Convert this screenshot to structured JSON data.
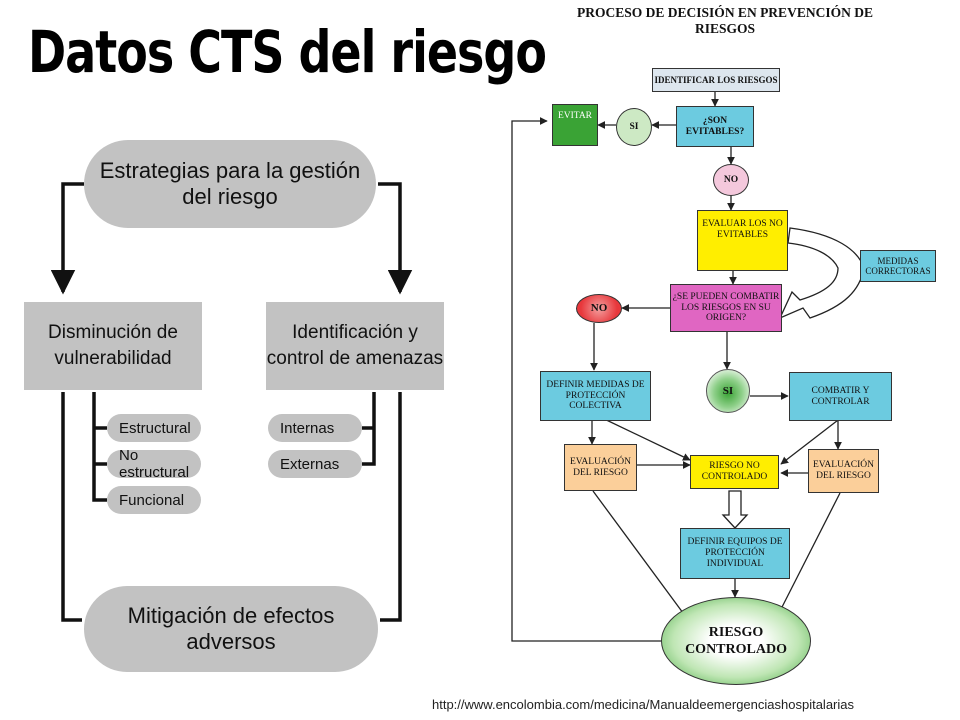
{
  "page": {
    "title": "Datos CTS del riesgo",
    "source_url": "http://www.encolombia.com/medicina/Manualdeemergenciashospitalarias"
  },
  "left_diagram": {
    "top": "Estrategias para la gestión del riesgo",
    "left_branch": "Disminución de vulnerabilidad",
    "right_branch": "Identificación y control de amenazas",
    "left_items": [
      "Estructural",
      "No estructural",
      "Funcional"
    ],
    "right_items": [
      "Internas",
      "Externas"
    ],
    "bottom": "Mitigación de efectos adversos"
  },
  "flowchart": {
    "title_line1": "PROCESO DE DECISIÓN EN PREVENCIÓN DE",
    "title_line2": "RIESGOS",
    "identificar": "IDENTIFICAR LOS RIESGOS",
    "son_evitables": "¿SON EVITABLES?",
    "si1": "SI",
    "evitar": "EVITAR",
    "no1": "NO",
    "evaluar": "EVALUAR LOS NO EVITABLES",
    "medidas": "MEDIDAS CORRECTORAS",
    "combatir_q": "¿SE PUEDEN COMBATIR LOS RIESGOS EN SU ORIGEN?",
    "no2": "NO",
    "si2": "SI",
    "definir_colectiva": "DEFINIR MEDIDAS DE PROTECCIÓN COLECTIVA",
    "combatir": "COMBATIR Y CONTROLAR",
    "eval_left": "EVALUACIÓN DEL RIESGO",
    "riesgo_no": "RIESGO NO CONTROLADO",
    "eval_right": "EVALUACIÓN DEL RIESGO",
    "definir_individual": "DEFINIR EQUIPOS DE PROTECCIÓN INDIVIDUAL",
    "controlado": "RIESGO CONTROLADO"
  },
  "colors": {
    "gray": "#c2c2c2",
    "green": "#3aa335",
    "cyan": "#6ccbe0",
    "yellow": "#ffee00",
    "pink": "#e066c2",
    "orange": "#fbcf9a",
    "red": "#e8383c",
    "pale_green": "#cde9c4",
    "pale_pink": "#f4c8dc"
  }
}
